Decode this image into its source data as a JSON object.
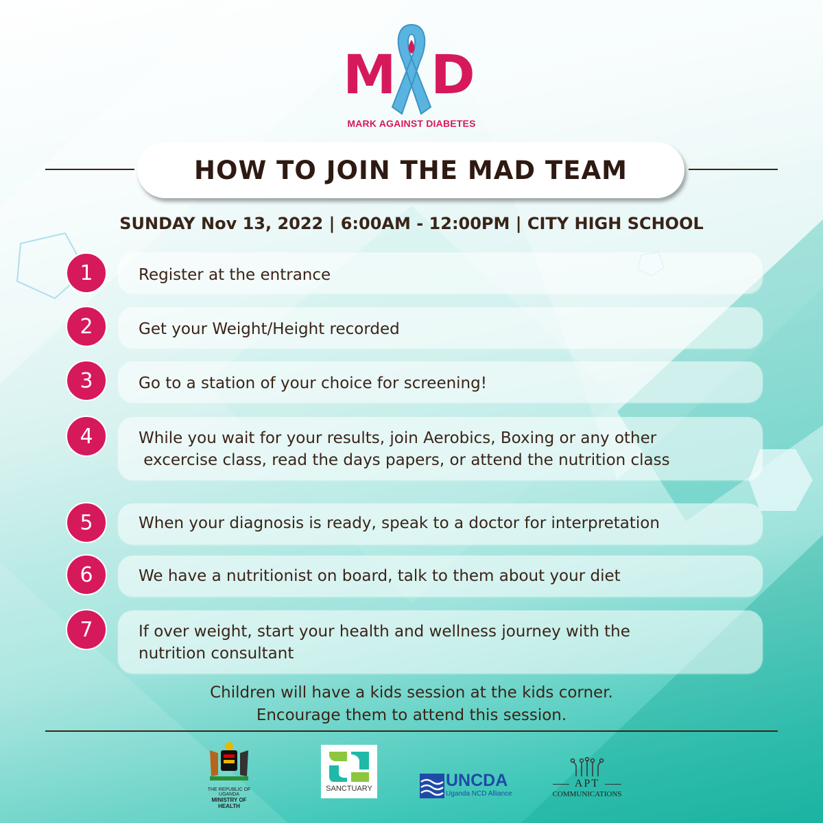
{
  "logo": {
    "letters_left": "M",
    "letters_right": "D",
    "tagline": "MARK AGAINST DIABETES"
  },
  "header": {
    "title": "HOW TO JOIN THE MAD TEAM",
    "event_info": "SUNDAY Nov 13, 2022 | 6:00AM - 12:00PM | CITY HIGH SCHOOL"
  },
  "steps": [
    {
      "number": "1",
      "text": "Register at the entrance"
    },
    {
      "number": "2",
      "text": "Get your Weight/Height recorded"
    },
    {
      "number": "3",
      "text": "Go to a station of your choice for screening!"
    },
    {
      "number": "4",
      "text_line1": "While you wait for your results, join Aerobics, Boxing or any other",
      "text_line2": " excercise class, read the days papers, or attend the nutrition class"
    },
    {
      "number": "5",
      "text": "When your diagnosis is ready, speak to a doctor for interpretation"
    },
    {
      "number": "6",
      "text": "We have a nutritionist on board, talk to them about your diet"
    },
    {
      "number": "7",
      "text_line1": "If over weight, start your health and wellness journey with the",
      "text_line2": "nutrition consultant"
    }
  ],
  "footer": {
    "note_line1": "Children will have a kids session at the kids corner.",
    "note_line2": "Encourage them to attend this session."
  },
  "partners": {
    "moh_line1": "THE REPUBLIC OF UGANDA",
    "moh_line2": "MINISTRY OF HEALTH",
    "sanctuary": "SANCTUARY",
    "uncda_name": "UNCDA",
    "uncda_sub": "Uganda NCD Alliance",
    "apt_name": "APT",
    "apt_sub": "COMMUNICATIONS"
  },
  "colors": {
    "accent_pink": "#d6195b",
    "ribbon_blue": "#5ab4e0",
    "text_brown": "#3a2418",
    "teal": "#1fb9a8"
  }
}
